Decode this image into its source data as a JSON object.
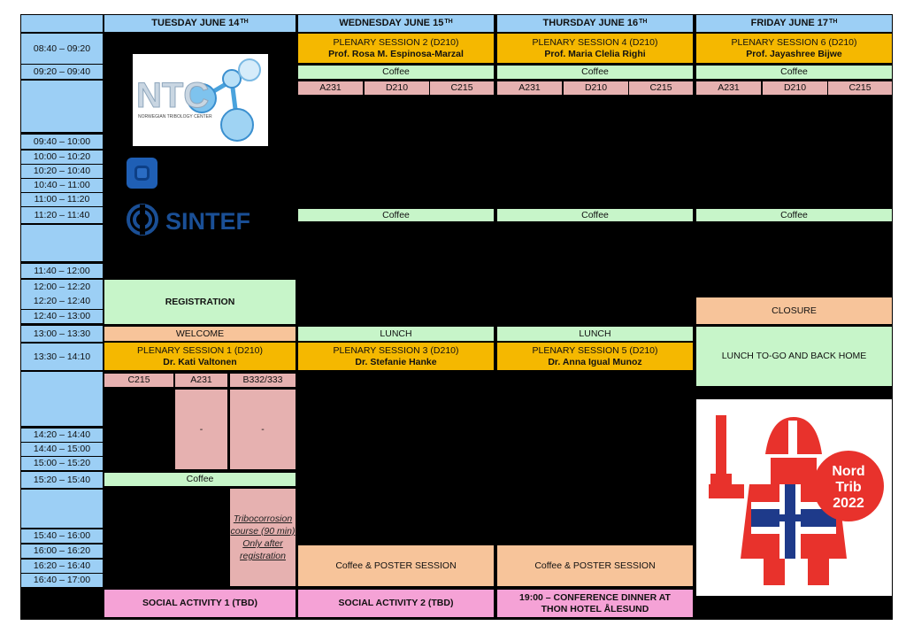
{
  "headers": {
    "tue": "TUESDAY JUNE 14",
    "tue_sup": "TH",
    "wed": "WEDNESDAY JUNE 15",
    "wed_sup": "TH",
    "thu": "THURSDAY JUNE 16",
    "thu_sup": "TH",
    "fri": "FRIDAY JUNE 17",
    "fri_sup": "TH"
  },
  "times": [
    "08:40 – 09:20",
    "09:20 – 09:40",
    "09:40 – 10:00",
    "10:00 – 10:20",
    "10:20 – 10:40",
    "10:40 – 11:00",
    "11:00 – 11:20",
    "11:20 – 11:40",
    "11:40 – 12:00",
    "12:00 – 12:20",
    "12:20 – 12:40",
    "12:40 – 13:00",
    "13:00 – 13:30",
    "13:30 – 14:10",
    "14:20 – 14:40",
    "14:40 – 15:00",
    "15:00 – 15:20",
    "15:20 – 15:40",
    "15:40 – 16:00",
    "16:00 – 16:20",
    "16:20 – 16:40",
    "16:40 – 17:00"
  ],
  "plenary": {
    "s1_title": "PLENARY SESSION 1 (D210)",
    "s1_speaker": "Dr. Kati Valtonen",
    "s2_title": "PLENARY SESSION 2 (D210)",
    "s2_speaker": "Prof. Rosa M. Espinosa-Marzal",
    "s3_title": "PLENARY SESSION 3 (D210)",
    "s3_speaker": "Dr. Stefanie Hanke",
    "s4_title": "PLENARY SESSION 4 (D210)",
    "s4_speaker": "Prof. Maria Clelia Righi",
    "s5_title": "PLENARY SESSION 5 (D210)",
    "s5_speaker": "Dr. Anna Igual Munoz",
    "s6_title": "PLENARY SESSION 6 (D210)",
    "s6_speaker": "Prof. Jayashree Bijwe"
  },
  "labels": {
    "coffee": "Coffee",
    "registration": "REGISTRATION",
    "welcome": "WELCOME",
    "lunch": "LUNCH",
    "closure": "CLOSURE",
    "lunch_togo": "LUNCH TO-GO AND BACK HOME",
    "coffee_poster": "Coffee & POSTER SESSION",
    "social1": "SOCIAL ACTIVITY 1 (TBD)",
    "social2": "SOCIAL ACTIVITY 2 (TBD)",
    "dinner": "19:00 – CONFERENCE DINNER AT THON HOTEL ÅLESUND",
    "dash": "-",
    "course": "Tribocorrosion course (90 min) Only after registration"
  },
  "rooms": {
    "a231": "A231",
    "d210": "D210",
    "c215": "C215",
    "b332": "B332/333"
  },
  "logos": {
    "ntc_text": "NTC",
    "ntc_sub": "NORWEGIAN TRIBOLOGY CENTER",
    "sintef_text": "SINTEF",
    "nordtrib_line1": "Nord",
    "nordtrib_line2": "Trib",
    "nordtrib_line3": "2022"
  }
}
